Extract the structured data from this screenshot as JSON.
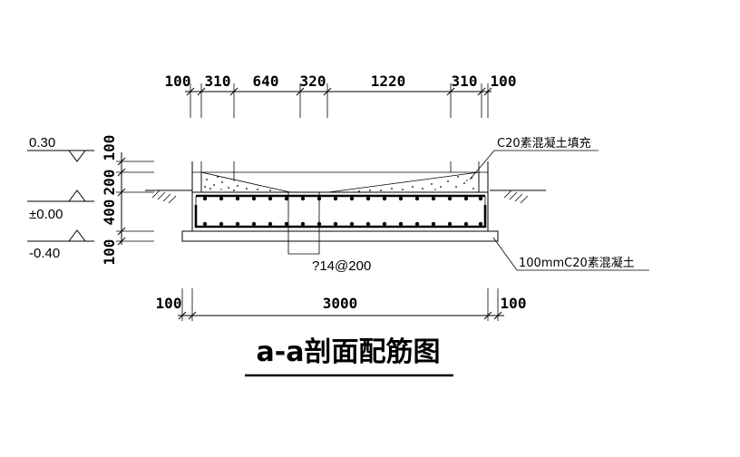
{
  "title": "a-a剖面配筋图",
  "top_dimensions": [
    "100",
    "310",
    "640",
    "320",
    "1220",
    "310",
    "100"
  ],
  "bottom_dimensions": [
    "100",
    "3000",
    "100"
  ],
  "vertical_dimensions": [
    "100",
    "200",
    "400",
    "100"
  ],
  "levels": [
    "0.30",
    "±0.00",
    "-0.40"
  ],
  "callouts": {
    "fill": "C20素混凝土填充",
    "rebar": "?14@200",
    "blinding": "100mmC20素混凝土"
  }
}
